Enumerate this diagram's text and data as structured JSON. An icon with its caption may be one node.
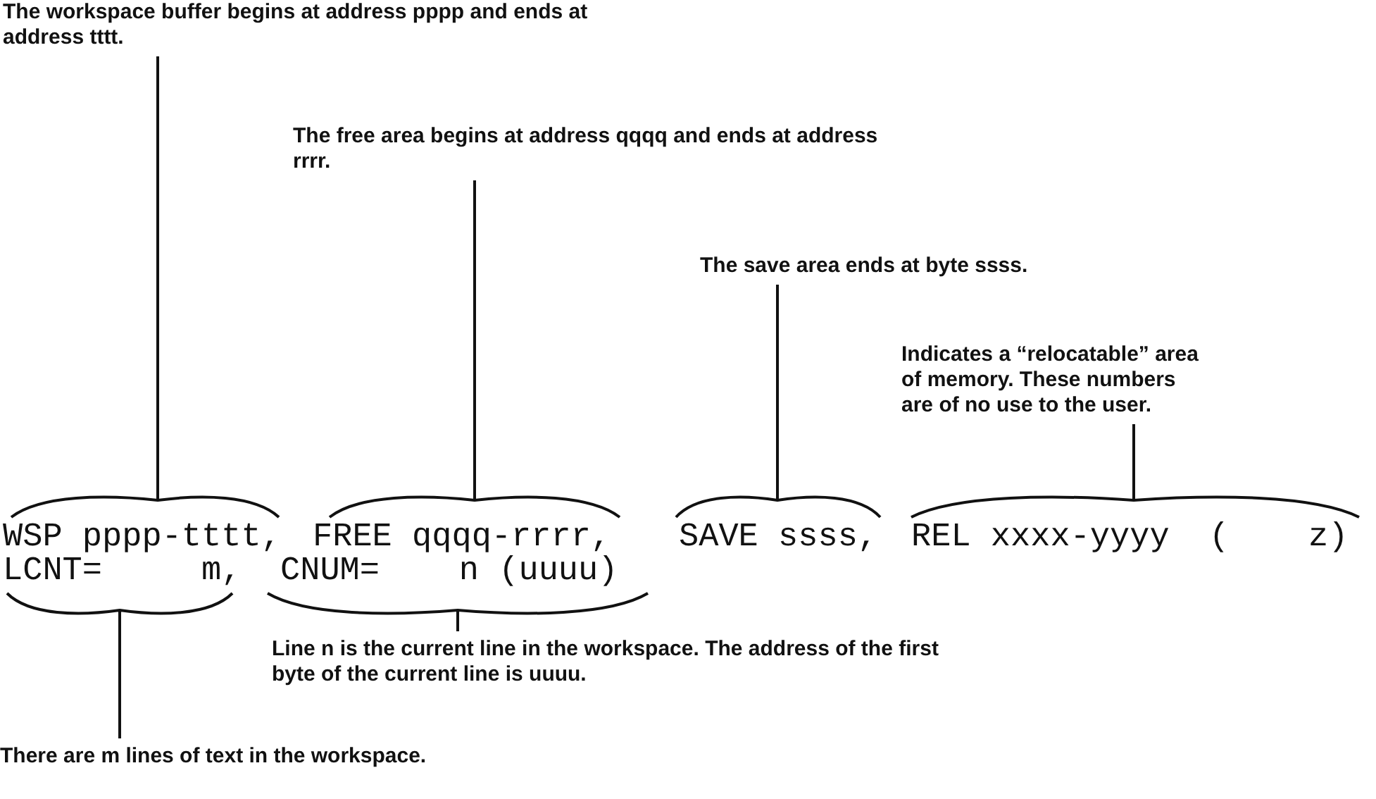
{
  "diagram": {
    "nodes": [
      {
        "text": [
          "The workspace buffer begins at address pppp and ends at address tttt."
        ]
      },
      {
        "text": [
          "The free area begins at address qqqq and ends at address rrrr."
        ]
      },
      {
        "text": [
          "The save area ends at byte ssss."
        ]
      },
      {
        "text": [
          "Indicates a “relocatable” area of memory. These numbers are of no use to the user."
        ]
      },
      {
        "text": [
          "WSP pppp-tttt,"
        ]
      },
      {
        "text": [
          "FREE qqqq-rrrr,"
        ]
      },
      {
        "text": [
          "SAVE ssss,"
        ]
      },
      {
        "text": [
          "REL xxxx-yyyy  (    z)"
        ]
      },
      {
        "text": [
          "LCNT=     m,"
        ]
      },
      {
        "text": [
          "CNUM=    n (uuuu)"
        ]
      },
      {
        "text": [
          "Line n is the current line in the workspace. The address of the first byte of the current line is uuuu."
        ]
      },
      {
        "text": [
          "There are m lines of text in the workspace."
        ]
      }
    ],
    "edges": [
      {
        "from": 0,
        "to": 4,
        "arrow": "none"
      },
      {
        "from": 1,
        "to": 5,
        "arrow": "none"
      },
      {
        "from": 2,
        "to": 6,
        "arrow": "none"
      },
      {
        "from": 3,
        "to": 7,
        "arrow": "none"
      },
      {
        "from": 10,
        "to": 9,
        "arrow": "none"
      },
      {
        "from": 11,
        "to": 8,
        "arrow": "none"
      }
    ]
  }
}
